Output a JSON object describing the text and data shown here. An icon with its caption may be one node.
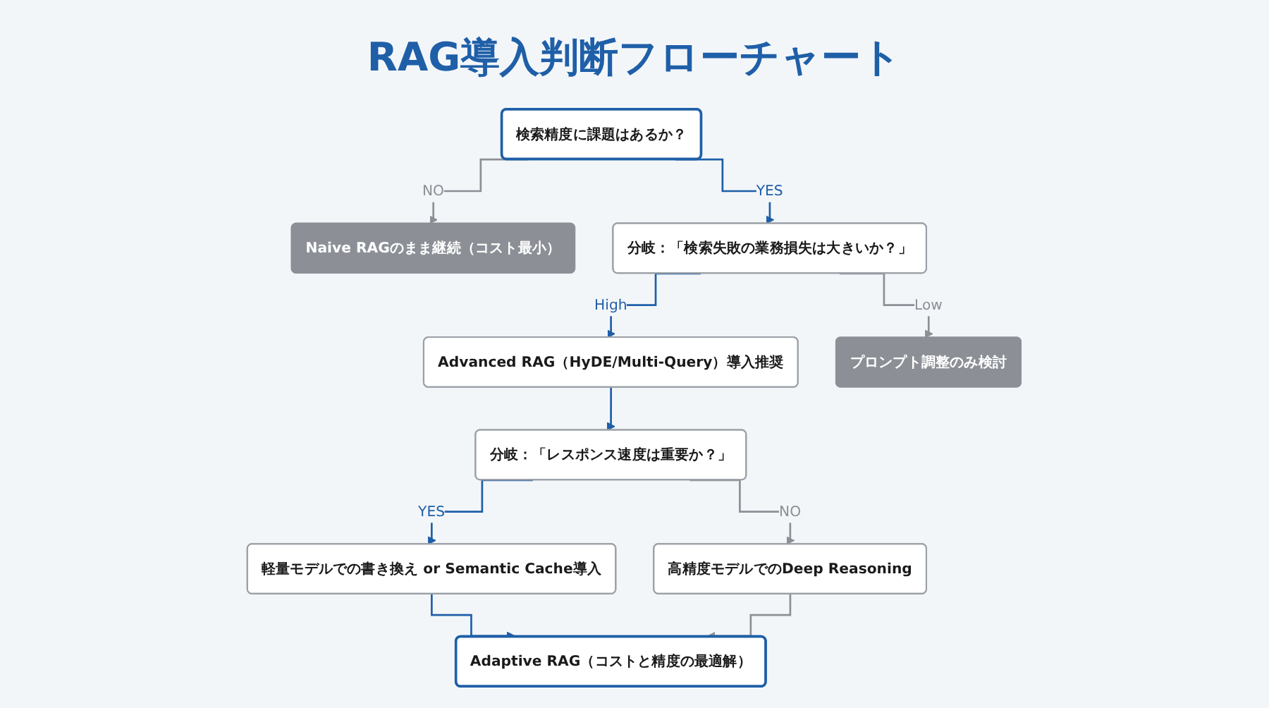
{
  "diagram": {
    "title": "RAG導入判断フローチャート",
    "nodes": [
      {
        "text": [
          "検索精度に課題はあるか？"
        ]
      },
      {
        "text": [
          "Naive RAGのまま継続（コスト最小）"
        ]
      },
      {
        "text": [
          "分岐：「検索失敗の業務損失は大きいか？」"
        ]
      },
      {
        "text": [
          "Advanced RAG（HyDE/Multi-Query）導入推奨"
        ]
      },
      {
        "text": [
          "プロンプト調整のみ検討"
        ]
      },
      {
        "text": [
          "分岐：「レスポンス速度は重要か？」"
        ]
      },
      {
        "text": [
          "軽量モデルでの書き換え or Semantic Cache導入"
        ]
      },
      {
        "text": [
          "高精度モデルでのDeep Reasoning"
        ]
      },
      {
        "text": [
          "Adaptive RAG（コストと精度の最適解）"
        ]
      }
    ],
    "edges": [
      {
        "from": 0,
        "to": 1,
        "arrow": "to",
        "label": "NO",
        "color": "#8c9096"
      },
      {
        "from": 0,
        "to": 2,
        "arrow": "to",
        "label": "YES"
      },
      {
        "from": 2,
        "to": 3,
        "arrow": "to",
        "label": "High"
      },
      {
        "from": 2,
        "to": 4,
        "arrow": "to",
        "label": "Low",
        "color": "#8c9096"
      },
      {
        "from": 3,
        "to": 5,
        "arrow": "to"
      },
      {
        "from": 5,
        "to": 6,
        "arrow": "to",
        "label": "YES"
      },
      {
        "from": 5,
        "to": 7,
        "arrow": "to",
        "label": "NO",
        "color": "#8c9096"
      },
      {
        "from": 6,
        "to": 8,
        "arrow": "to"
      },
      {
        "from": 7,
        "to": 8,
        "arrow": "to",
        "color": "#8c9096"
      }
    ]
  }
}
